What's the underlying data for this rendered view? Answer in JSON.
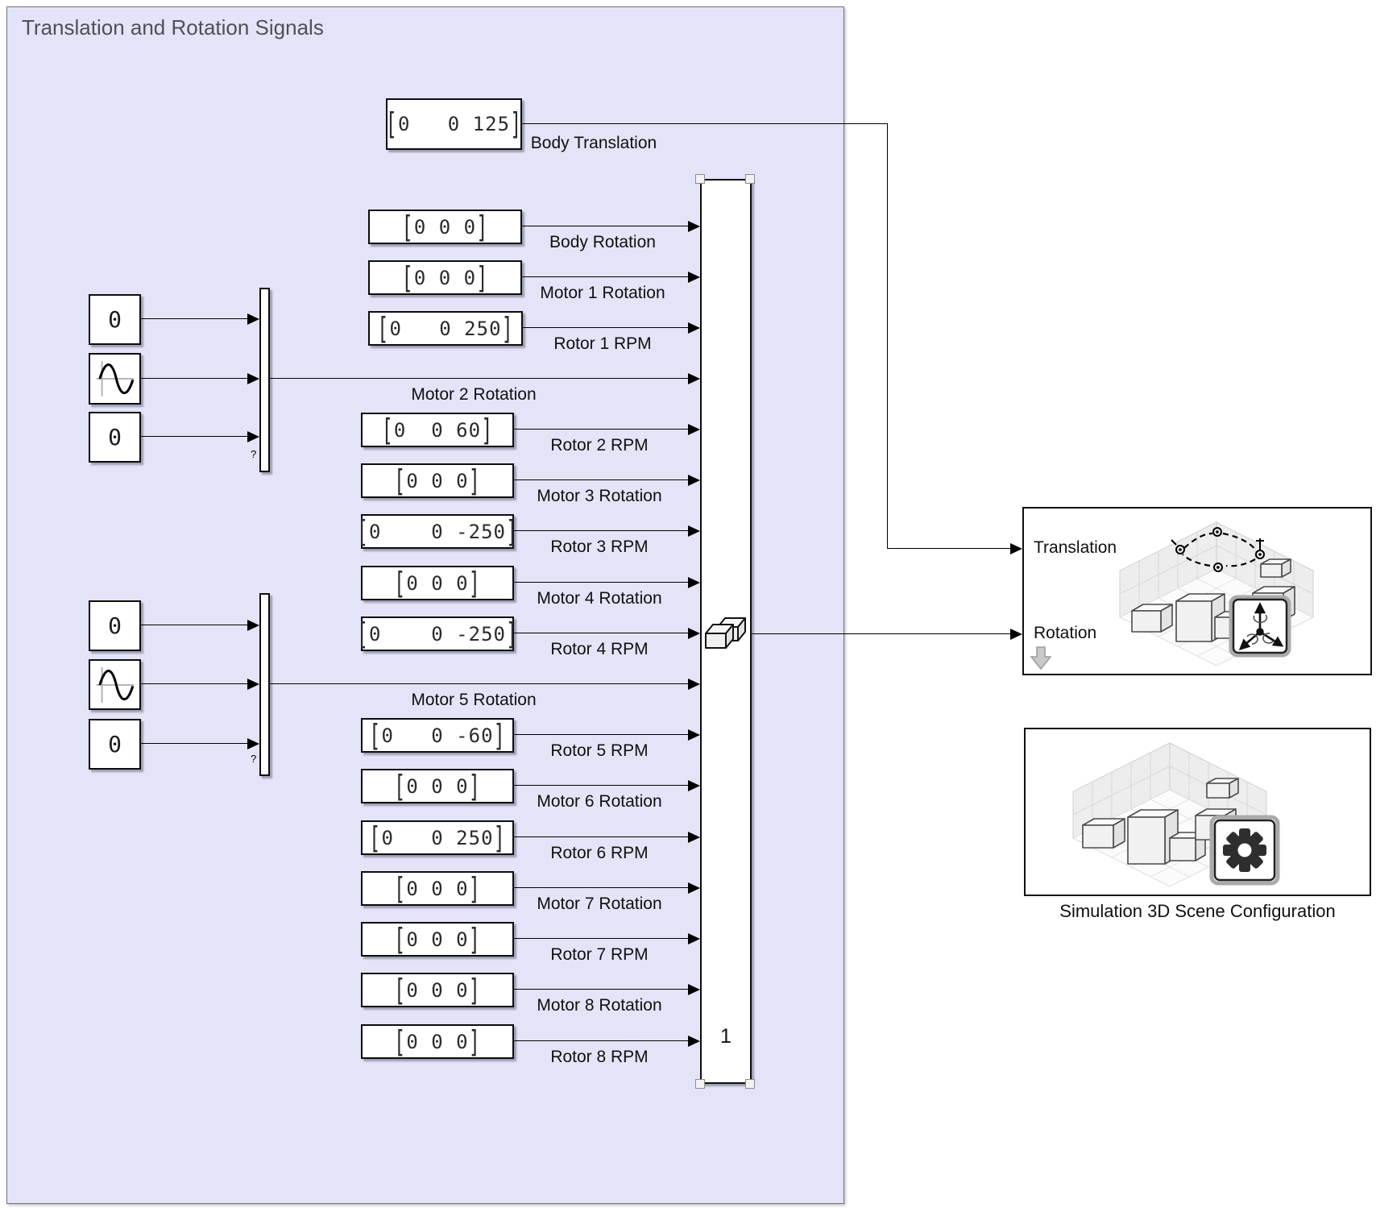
{
  "region": {
    "title": "Translation and Rotation Signals"
  },
  "body_translation": {
    "value": "[0   0 125]",
    "label": "Body Translation"
  },
  "rows": [
    {
      "value": "[0 0 0]",
      "label": "Body Rotation"
    },
    {
      "value": "[0 0 0]",
      "label": "Motor 1 Rotation"
    },
    {
      "value": "[0   0 250]",
      "label": "Rotor 1 RPM"
    },
    {
      "label": "Motor 2 Rotation"
    },
    {
      "value": "[0  0 60]",
      "label": "Rotor 2 RPM"
    },
    {
      "value": "[0 0 0]",
      "label": "Motor 3 Rotation"
    },
    {
      "value": "[0    0 -250]",
      "label": "Rotor 3 RPM"
    },
    {
      "value": "[0 0 0]",
      "label": "Motor 4 Rotation"
    },
    {
      "value": "[0    0 -250]",
      "label": "Rotor 4 RPM"
    },
    {
      "label": "Motor 5 Rotation"
    },
    {
      "value": "[0   0 -60]",
      "label": "Rotor 5 RPM"
    },
    {
      "value": "[0 0 0]",
      "label": "Motor 6 Rotation"
    },
    {
      "value": "[0   0 250]",
      "label": "Rotor 6 RPM"
    },
    {
      "value": "[0 0 0]",
      "label": "Motor 7 Rotation"
    },
    {
      "value": "[0 0 0]",
      "label": "Rotor 7 RPM"
    },
    {
      "value": "[0 0 0]",
      "label": "Motor 8 Rotation"
    },
    {
      "value": "[0 0 0]",
      "label": "Rotor 8 RPM"
    }
  ],
  "sources": {
    "constant_zero": "0"
  },
  "mux_artifact": "?",
  "concatenate": {
    "output_label": "1"
  },
  "uav_block": {
    "translation_port": "Translation",
    "rotation_port": "Rotation"
  },
  "scene_config": {
    "label": "Simulation 3D Scene Configuration"
  },
  "colors": {
    "region_fill": "#e4e4f8",
    "region_border": "#70707c",
    "block_fill": "#ffffff",
    "block_border": "#0d0d0d",
    "wire": "#000000",
    "title_text": "#4f4f5a",
    "selection_handle": "#f2f2f2",
    "icon_gray": "#c9c9c9"
  },
  "icons": {
    "sine_wave": "sine-wave-icon",
    "mux": "mux-block",
    "vector_concatenate": "stacked-boxes-icon",
    "uav_scene": "3d-scene-uav-icon",
    "axes": "xyz-axes-icon",
    "scene_config_scene": "3d-scene-icon",
    "gear": "gear-icon",
    "down_arrow": "down-arrow-icon"
  }
}
